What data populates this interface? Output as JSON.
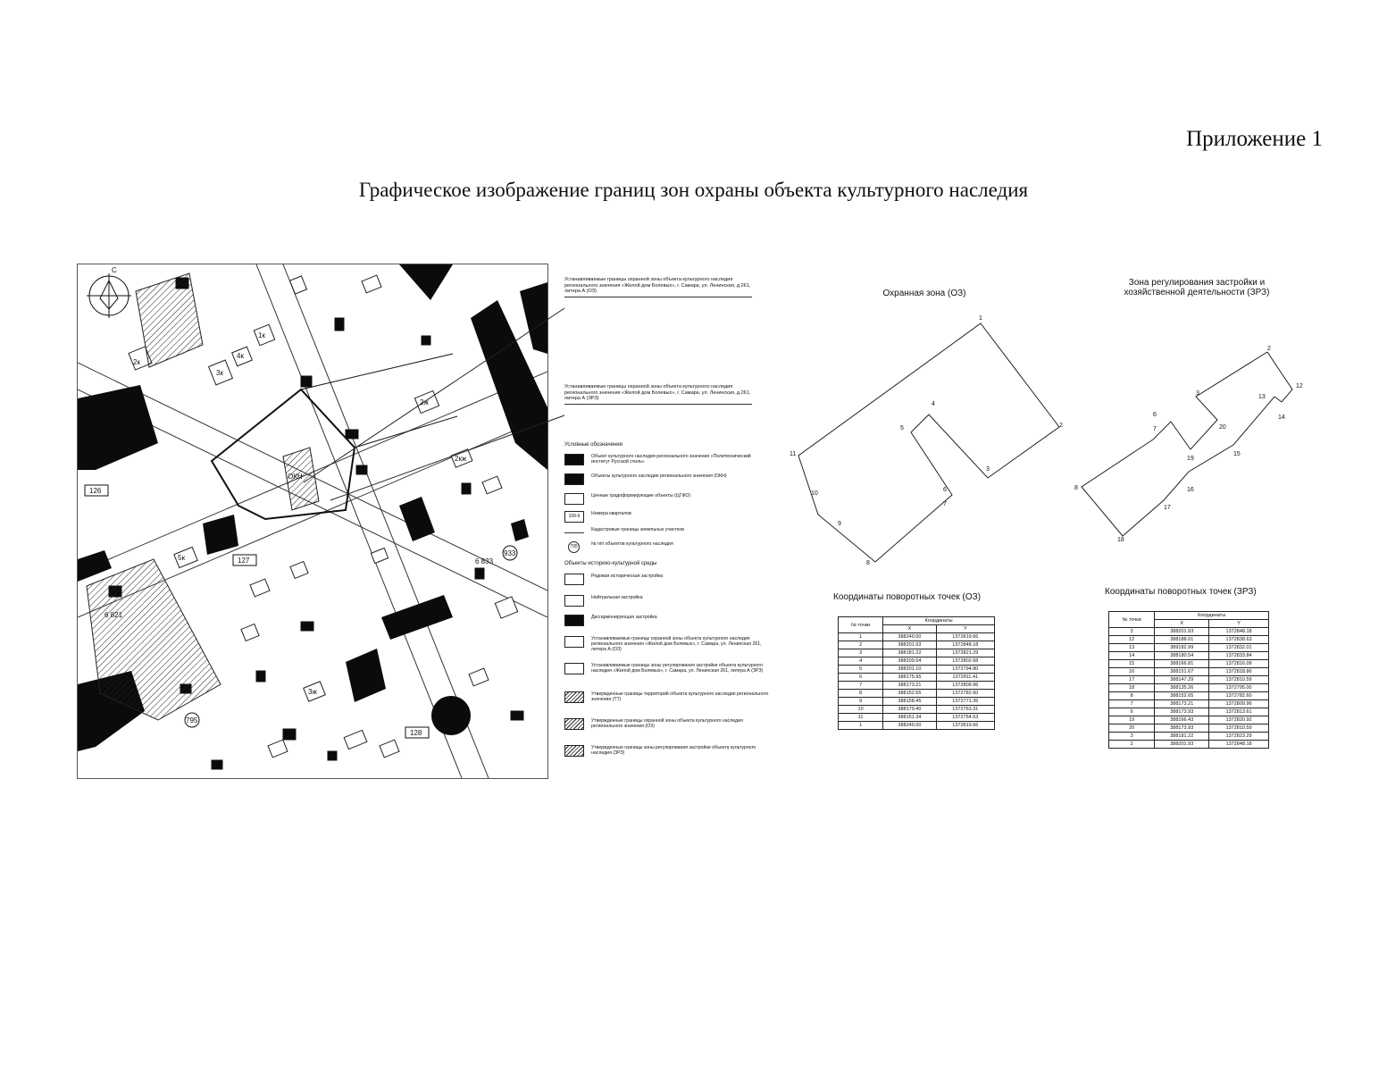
{
  "header": {
    "appendix": "Приложение 1",
    "title": "Графическое изображение границ зон охраны объекта культурного наследия"
  },
  "map": {
    "quarter_labels": [
      "126",
      "127",
      "128"
    ],
    "okn_labels": [
      "6 833",
      "6 821",
      "933",
      "795"
    ],
    "building_labels": [
      "2к",
      "3к",
      "4к",
      "1к",
      "2ж",
      "5к",
      "3ж",
      "2кж",
      "ОКН"
    ],
    "compass_label": "С"
  },
  "legend": {
    "callout_oz": "Устанавливаемые границы охранной зоны объекта культурного наследия регионального значения «Жилой дом Болевых», г. Самара, ул. Ленинская, д.261, литера А (ОЗ)",
    "callout_zrz": "Устанавливаемые границы охранной зоны объекта культурного наследия регионального значения «Жилой дом Болевых», г. Самара, ул. Ленинская, д.261, литера А (ЗРЗ)",
    "heading": "Условные обозначения",
    "items": [
      "Объект культурного наследия регионального значения «Политехнический институт Русской стиль»",
      "Объекты культурного наследия регионального значения (ОКН)",
      "Ценные градоформирующие объекты (ЦГФО)",
      "Номера кварталов",
      "Кадастровые границы земельных участков",
      "№ п/п объектов культурного наследия"
    ],
    "quarter_sample": "109-6",
    "circle_sample": "795",
    "heading2": "Объекты историко-культурной среды",
    "items2": [
      "Рядовая историческая застройка",
      "Нейтральная застройка",
      "Дисгармонирующая застройка",
      "Устанавливаемые границы охранной зоны объекта культурного наследия регионального значения «Жилой дом Болевых», г. Самара, ул. Ленинская 261, литера А (ОЗ)",
      "Устанавливаемые границы зоны регулирования застройки объекта культурного наследия «Жилой дом Болевых», г. Самара, ул. Ленинская 261, литера А (ЗРЗ)",
      "Утвержденные границы территорий объекта культурного наследия регионального значения (ТТ)",
      "Утвержденные границы охранной зоны объекта культурного наследия регионального значения (ОЗ)",
      "Утвержденные границы зоны регулирования застройки объекта культурного наследия (ЗРЗ)"
    ]
  },
  "oz": {
    "title": "Охранная зона (ОЗ)",
    "coord_title": "Координаты поворотных точек (ОЗ)",
    "col_point": "№ точки",
    "col_coords": "Координаты",
    "col_x": "X",
    "col_y": "Y",
    "rows": [
      [
        "1",
        "388240.00",
        "1372819.66"
      ],
      [
        "2",
        "388201.93",
        "1372848.18"
      ],
      [
        "3",
        "388181.22",
        "1372821.29"
      ],
      [
        "4",
        "388209.54",
        "1372802.68"
      ],
      [
        "5",
        "388201.10",
        "1372794.80"
      ],
      [
        "6",
        "388175.95",
        "1372811.41"
      ],
      [
        "7",
        "388173.21",
        "1372809.96"
      ],
      [
        "8",
        "388152.65",
        "1372782.60"
      ],
      [
        "9",
        "388158.45",
        "1372771.35"
      ],
      [
        "10",
        "388179.40",
        "1372763.31"
      ],
      [
        "11",
        "388151.34",
        "1372754.53"
      ],
      [
        "1",
        "388240.00",
        "1372819.66"
      ]
    ],
    "point_labels": [
      "1",
      "2",
      "3",
      "4",
      "5",
      "6",
      "7",
      "8",
      "9",
      "10",
      "11"
    ]
  },
  "zrz": {
    "title_line1": "Зона регулирования застройки и",
    "title_line2": "хозяйственной деятельности (ЗРЗ)",
    "coord_title": "Координаты поворотных точек (ЗРЗ)",
    "col_point": "№ точки",
    "col_coords": "Координаты",
    "col_x": "X",
    "col_y": "Y",
    "rows": [
      [
        "2",
        "388201.93",
        "1372848.18"
      ],
      [
        "12",
        "388188.01",
        "1372838.63"
      ],
      [
        "13",
        "389182.99",
        "1372832.01"
      ],
      [
        "14",
        "388180.54",
        "1372833.84"
      ],
      [
        "15",
        "388166.81",
        "1372816.09"
      ],
      [
        "16",
        "388151.67",
        "1372818.86"
      ],
      [
        "17",
        "388147.29",
        "1372810.59"
      ],
      [
        "18",
        "388135.26",
        "1372795.00"
      ],
      [
        "8",
        "388152.65",
        "1372782.60"
      ],
      [
        "7",
        "388173.21",
        "1372809.96"
      ],
      [
        "6",
        "388173.93",
        "1372813.61"
      ],
      [
        "19",
        "388166.43",
        "1372820.92"
      ],
      [
        "20",
        "388173.93",
        "1372810.59"
      ],
      [
        "3",
        "388181.22",
        "1372823.29"
      ],
      [
        "2",
        "388201.93",
        "1372848.18"
      ]
    ],
    "point_labels": [
      "2",
      "3",
      "6",
      "7",
      "8",
      "12",
      "13",
      "14",
      "15",
      "16",
      "17",
      "18",
      "19",
      "20"
    ]
  }
}
